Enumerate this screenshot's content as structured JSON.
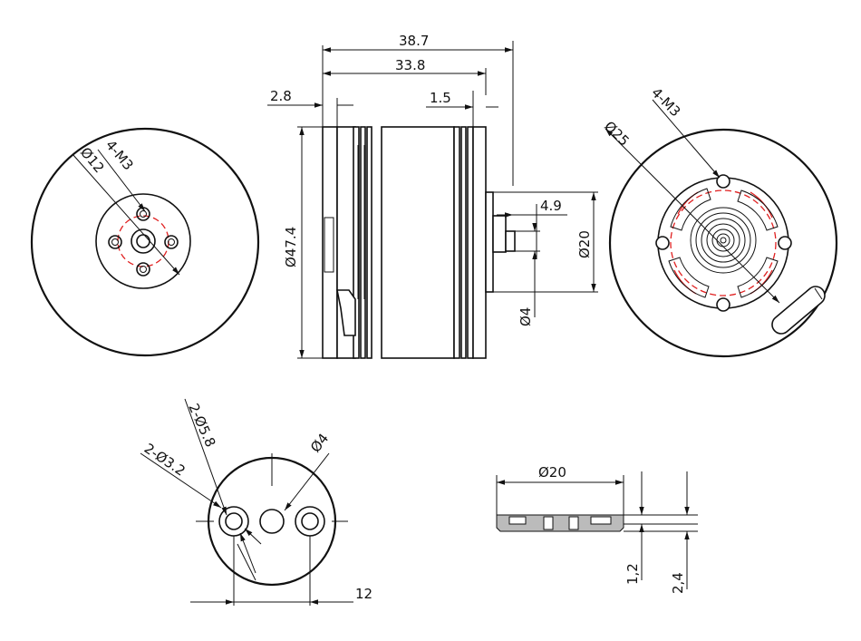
{
  "diagram": {
    "accent_color": "#e02020",
    "line_color": "#111111",
    "labels": {
      "len_total": "38.7",
      "len_body": "33.8",
      "flange": "2.8",
      "rim": "1.5",
      "shaft_len": "4.9",
      "dia_body": "Ø47.4",
      "dia_hub": "Ø20",
      "dia_shaft": "Ø4",
      "front_pcd": "Ø12",
      "front_holes": "4-M3",
      "rear_pcd": "Ø25",
      "rear_holes": "4-M3",
      "adapter_big_holes": "2-Ø5.8",
      "adapter_small_holes": "2-Ø3.2",
      "adapter_center": "Ø4",
      "adapter_spacing": "12",
      "plate_dia": "Ø20",
      "plate_thick_1": "1,2",
      "plate_thick_2": "2,4"
    }
  }
}
